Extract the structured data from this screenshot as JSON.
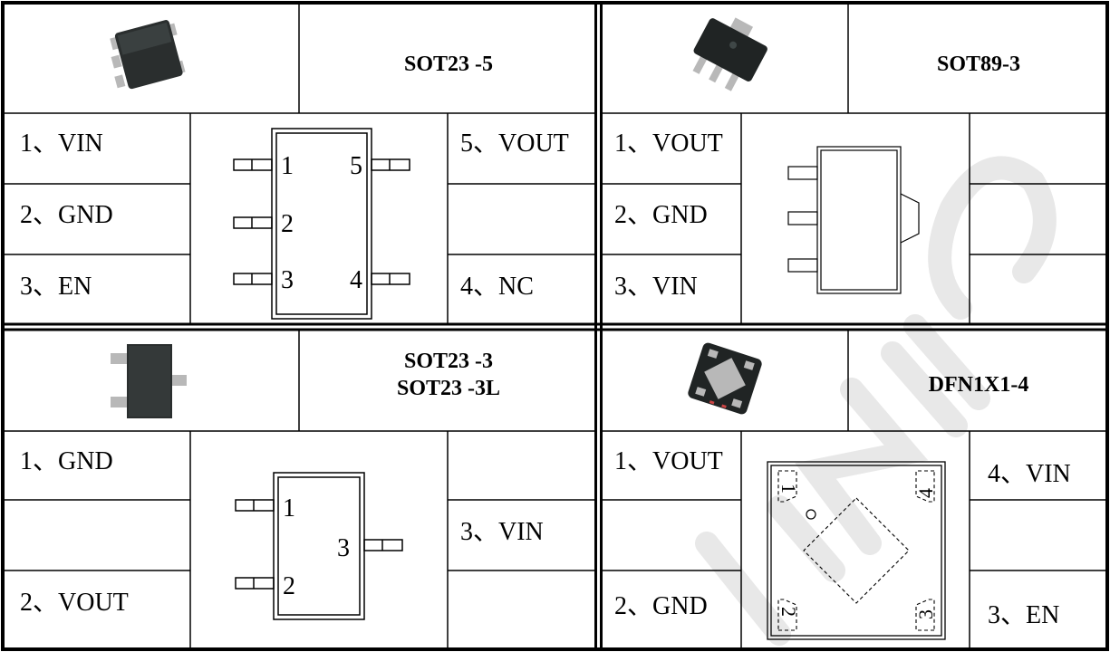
{
  "panels": {
    "sot23_5": {
      "title": "SOT23 -5",
      "pins": {
        "p1": "1、VIN",
        "p2": "2、GND",
        "p3": "3、EN",
        "p5": "5、VOUT",
        "p4": "4、NC"
      },
      "diagram_labels": [
        "1",
        "2",
        "3",
        "4",
        "5"
      ]
    },
    "sot89_3": {
      "title": "SOT89-3",
      "pins": {
        "p1": "1、VOUT",
        "p2": "2、GND",
        "p3": "3、VIN"
      }
    },
    "sot23_3": {
      "title_line1": "SOT23 -3",
      "title_line2": "SOT23 -3L",
      "pins": {
        "p1": "1、GND",
        "p2": "2、VOUT",
        "p3": "3、VIN"
      },
      "diagram_labels": [
        "1",
        "2",
        "3"
      ]
    },
    "dfn1x1_4": {
      "title": "DFN1X1-4",
      "pins": {
        "p1": "1、VOUT",
        "p2": "2、GND",
        "p4": "4、VIN",
        "p3": "3、EN"
      },
      "diagram_labels": [
        "1",
        "2",
        "3",
        "4"
      ]
    }
  },
  "colors": {
    "line": "#000000",
    "package_body": "#2a2e2e",
    "lead": "#b8b8b8",
    "watermark": "#e6e6e6"
  },
  "icons": [
    "sot23-5-package-photo",
    "sot89-3-package-photo",
    "sot23-3-package-photo",
    "dfn1x1-4-package-photo"
  ]
}
